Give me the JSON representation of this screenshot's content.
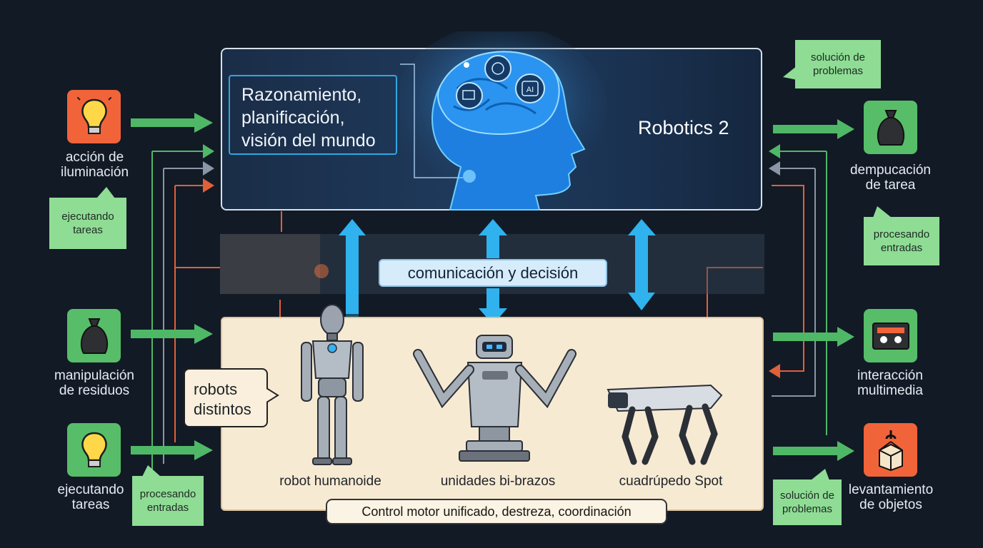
{
  "top_panel": {
    "reasoning_lines": [
      "Razonamiento,",
      "planificación,",
      "visión del mundo"
    ],
    "title": "Robotics 2",
    "brain_icons": [
      "chart-icon",
      "brain-gear-icon",
      "ai-chip-icon"
    ],
    "ai_chip_text": "AI"
  },
  "middle": {
    "comm_label": "comunicación y decisión"
  },
  "bottom_panel": {
    "bubble_lines": [
      "robots",
      "distintos"
    ],
    "robots": [
      {
        "label": "robot humanoide"
      },
      {
        "label": "unidades bi-brazos"
      },
      {
        "label": "cuadrúpedo Spot"
      }
    ],
    "control_label": "Control motor unificado, destreza, coordinación"
  },
  "left_inputs": [
    {
      "icon": "lightbulb-icon",
      "color": "#f1643a",
      "lines": [
        "acción de",
        "iluminación"
      ]
    },
    {
      "icon": "trash-bag-icon",
      "color": "#57bd69",
      "lines": [
        "manipulación",
        "de residuos"
      ]
    },
    {
      "icon": "lightbulb-icon",
      "color": "#57bd69",
      "lines": [
        "ejecutando",
        "tareas"
      ]
    }
  ],
  "right_outputs": [
    {
      "icon": "trash-bag-icon",
      "color": "#57bd69",
      "lines": [
        "dempucación",
        "de tarea"
      ]
    },
    {
      "icon": "cassette-icon",
      "color": "#57bd69",
      "lines": [
        "interacción",
        "multimedia"
      ]
    },
    {
      "icon": "crane-box-icon",
      "color": "#f1643a",
      "lines": [
        "levantamiento",
        "de objetos"
      ]
    }
  ],
  "notes": {
    "left_top": [
      "ejecutando",
      "tareas"
    ],
    "left_bottom": [
      "procesando",
      "entradas"
    ],
    "right_top": [
      "solución de",
      "problemas"
    ],
    "right_middle": [
      "procesando",
      "entradas"
    ],
    "right_bottom": [
      "solución de",
      "problemas"
    ]
  },
  "colors": {
    "arrow_green": "#4fb866",
    "arrow_blue": "#2fb2ee",
    "line_orange": "#e0603a",
    "line_gray": "#7a8594"
  }
}
